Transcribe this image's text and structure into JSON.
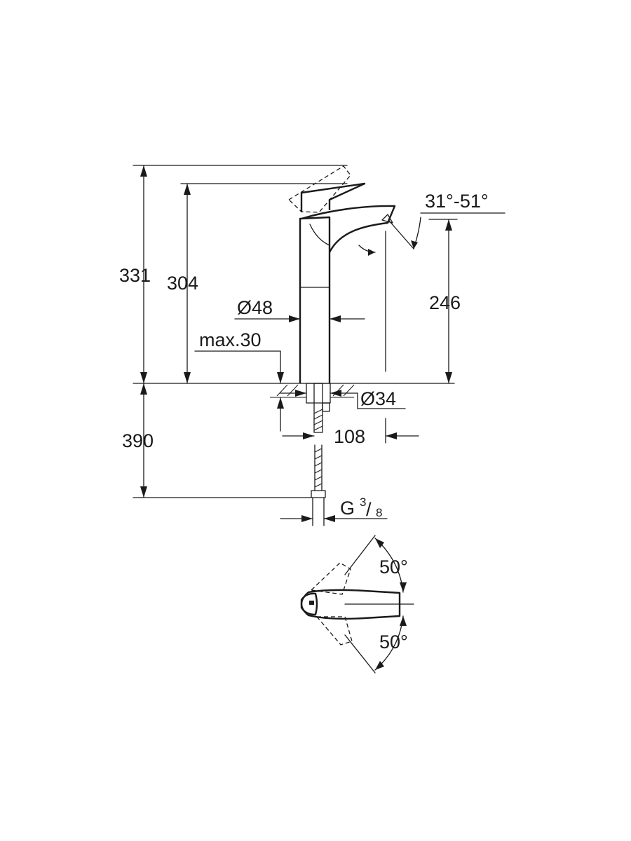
{
  "dimensions": {
    "total_height": "331",
    "lever_height": "304",
    "spout_height": "246",
    "body_diameter": "Ø48",
    "max_deck": "max.30",
    "hole_diameter": "Ø34",
    "spout_reach": "108",
    "hose_length": "390",
    "thread_prefix": "G",
    "thread_num": "3",
    "thread_slash": "/",
    "thread_den": "8",
    "spout_angle": "31°-51°",
    "rotation_up": "50°",
    "rotation_down": "50°"
  }
}
